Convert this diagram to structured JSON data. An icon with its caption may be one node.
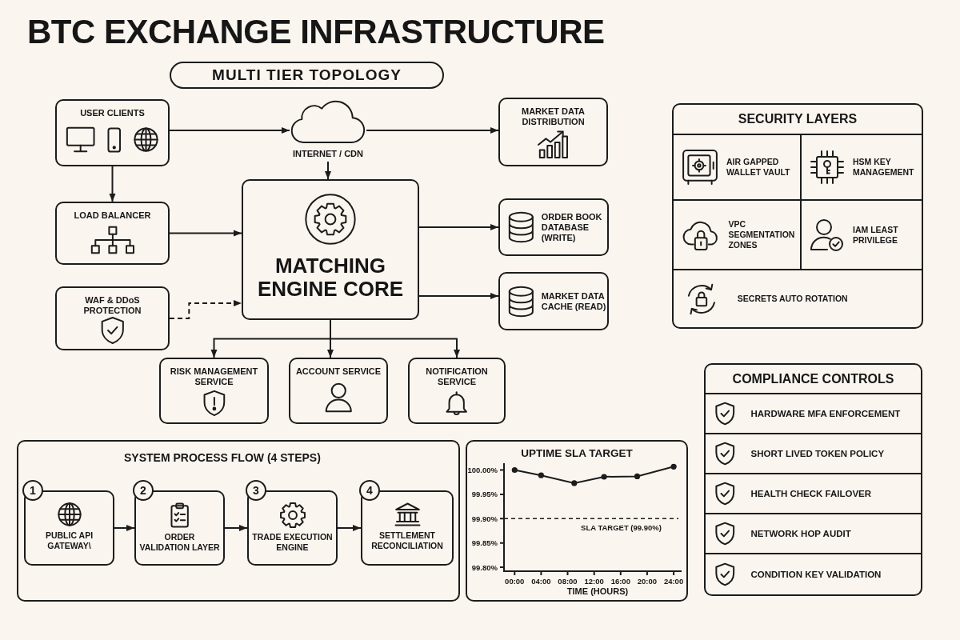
{
  "diagram": {
    "title": "BTC EXCHANGE INFRASTRUCTURE",
    "nodes": [
      {
        "text": [
          "MULTI TIER TOPOLOGY"
        ]
      },
      {
        "text": [
          "USER CLIENTS"
        ]
      },
      {
        "text": [
          "INTERNET / CDN"
        ]
      },
      {
        "text": [
          "MARKET DATA DISTRIBUTION"
        ]
      },
      {
        "text": [
          "LOAD BALANCER"
        ]
      },
      {
        "text": [
          "MATCHING ENGINE CORE"
        ]
      },
      {
        "text": [
          "ORDER BOOK DATABASE (WRITE)"
        ]
      },
      {
        "text": [
          "MARKET DATA CACHE (READ)"
        ]
      },
      {
        "text": [
          "WAF & DDoS PROTECTION"
        ]
      },
      {
        "text": [
          "RISK MANAGEMENT SERVICE"
        ]
      },
      {
        "text": [
          "ACCOUNT SERVICE"
        ]
      },
      {
        "text": [
          "NOTIFICATION SERVICE"
        ]
      },
      {
        "text": [
          "SECURITY LAYERS"
        ]
      },
      {
        "text": [
          "AIR GAPPED WALLET VAULT"
        ],
        "in": 12
      },
      {
        "text": [
          "HSM KEY MANAGEMENT"
        ],
        "in": 12
      },
      {
        "text": [
          "VPC SEGMENTATION ZONES"
        ],
        "in": 12
      },
      {
        "text": [
          "IAM LEAST PRIVILEGE"
        ],
        "in": 12
      },
      {
        "text": [
          "SECRETS AUTO ROTATION"
        ],
        "in": 12
      },
      {
        "text": [
          "SYSTEM PROCESS FLOW (4 STEPS)"
        ]
      },
      {
        "text": [
          "1",
          "PUBLIC API GATEWAY\\"
        ],
        "in": 18
      },
      {
        "text": [
          "2",
          "ORDER VALIDATION LAYER"
        ],
        "in": 18
      },
      {
        "text": [
          "3",
          "TRADE EXECUTION ENGINE"
        ],
        "in": 18
      },
      {
        "text": [
          "4",
          "SETTLEMENT RECONCILIATION"
        ],
        "in": 18
      },
      {
        "text": [
          "COMPLIANCE CONTROLS"
        ]
      },
      {
        "text": [
          "HARDWARE MFA ENFORCEMENT"
        ],
        "in": 23
      },
      {
        "text": [
          "SHORT LIVED TOKEN POLICY"
        ],
        "in": 23
      },
      {
        "text": [
          "HEALTH CHECK FAILOVER"
        ],
        "in": 23
      },
      {
        "text": [
          "NETWORK HOP AUDIT"
        ],
        "in": 23
      },
      {
        "text": [
          "CONDITION KEY VALIDATION"
        ],
        "in": 23
      }
    ],
    "edges": [
      {
        "from": 1,
        "to": 2,
        "arrow": "to"
      },
      {
        "from": 2,
        "to": 3,
        "arrow": "to"
      },
      {
        "from": 2,
        "to": 5,
        "arrow": "to"
      },
      {
        "from": 1,
        "to": 4,
        "arrow": "to"
      },
      {
        "from": 4,
        "to": 5,
        "arrow": "to"
      },
      {
        "from": 8,
        "to": 5,
        "arrow": "to",
        "style": "dashed"
      },
      {
        "from": 5,
        "to": 6,
        "arrow": "to"
      },
      {
        "from": 5,
        "to": 7,
        "arrow": "to"
      },
      {
        "from": 5,
        "to": 9,
        "arrow": "to"
      },
      {
        "from": 5,
        "to": 10,
        "arrow": "to"
      },
      {
        "from": 5,
        "to": 11,
        "arrow": "to"
      },
      {
        "from": 19,
        "to": 20,
        "arrow": "to"
      },
      {
        "from": 20,
        "to": 21,
        "arrow": "to"
      },
      {
        "from": 21,
        "to": 22,
        "arrow": "to"
      }
    ],
    "chart_data": {
      "type": "line",
      "title": "UPTIME SLA TARGET",
      "xlabel": "TIME (HOURS)",
      "x": [
        0,
        4,
        9,
        13.5,
        18.5,
        24
      ],
      "values": [
        100.0,
        99.989,
        99.973,
        99.986,
        99.987,
        100.007
      ],
      "marker": "o",
      "xlim": [
        -1.6,
        25.2
      ],
      "ylim": [
        99.792,
        100.014
      ],
      "xticks": [
        {
          "value": 0,
          "label": "00:00"
        },
        {
          "value": 4,
          "label": "04:00"
        },
        {
          "value": 8,
          "label": "08:00"
        },
        {
          "value": 12,
          "label": "12:00"
        },
        {
          "value": 16,
          "label": "16:00"
        },
        {
          "value": 20,
          "label": "20:00"
        },
        {
          "value": 24,
          "label": "24:00"
        }
      ],
      "yticks": [
        {
          "value": 99.8,
          "label": "99.80%"
        },
        {
          "value": 99.85,
          "label": "99.85%"
        },
        {
          "value": 99.9,
          "label": "99.90%"
        },
        {
          "value": 99.95,
          "label": "99.95%"
        },
        {
          "value": 100.0,
          "label": "100.00%"
        }
      ],
      "ref_lines": [
        {
          "axis": "y",
          "value": 99.9,
          "label": "SLA TARGET (99.90%)"
        }
      ]
    }
  }
}
